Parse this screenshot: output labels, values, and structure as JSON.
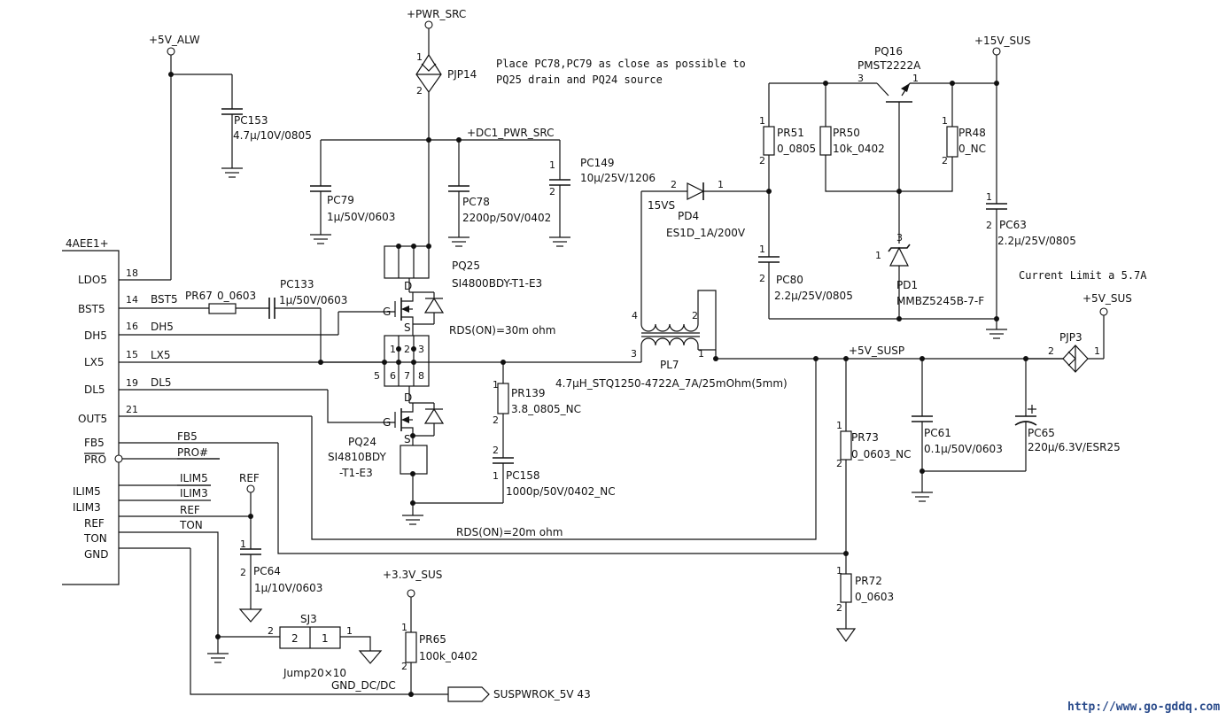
{
  "ic": {
    "name": "4AEE1+",
    "pins": [
      {
        "label": "LDO5",
        "num": "18",
        "net": ""
      },
      {
        "label": "BST5",
        "num": "14",
        "net": "BST5"
      },
      {
        "label": "DH5",
        "num": "16",
        "net": "DH5"
      },
      {
        "label": "LX5",
        "num": "15",
        "net": "LX5"
      },
      {
        "label": "DL5",
        "num": "19",
        "net": "DL5"
      },
      {
        "label": "OUT5",
        "num": "21",
        "net": ""
      },
      {
        "label": "FB5",
        "num": "",
        "net": "FB5"
      },
      {
        "label": "PRO",
        "num": "",
        "net": "PRO#"
      },
      {
        "label": "ILIM5",
        "num": "",
        "net": "ILIM5"
      },
      {
        "label": "ILIM3",
        "num": "",
        "net": "ILIM3"
      },
      {
        "label": "REF",
        "num": "",
        "net": "REF"
      },
      {
        "label": "TON",
        "num": "",
        "net": "TON"
      },
      {
        "label": "GND",
        "num": "",
        "net": ""
      }
    ]
  },
  "rails": {
    "v5_alw": "+5V_ALW",
    "pwr_src": "+PWR_SRC",
    "dc1_pwr_src": "+DC1_PWR_SRC",
    "v15_sus": "+15V_SUS",
    "v5_sus": "+5V_SUS",
    "v5_susp": "+5V_SUSP",
    "v33_sus": "+3.3V_SUS",
    "ref": "REF",
    "v15vs": "15VS"
  },
  "components": {
    "pc153": {
      "ref": "PC153",
      "value": "4.7μ/10V/0805"
    },
    "pjp14": {
      "ref": "PJP14"
    },
    "pc79": {
      "ref": "PC79",
      "value": "1μ/50V/0603"
    },
    "pc78": {
      "ref": "PC78",
      "value": "2200p/50V/0402"
    },
    "pc149": {
      "ref": "PC149",
      "value": "10μ/25V/1206"
    },
    "pq25": {
      "ref": "PQ25",
      "value": "SI4800BDY-T1-E3"
    },
    "pr67": {
      "ref": "PR67",
      "value": "0_0603"
    },
    "pc133": {
      "ref": "PC133",
      "value": "1μ/50V/0603"
    },
    "pq24": {
      "ref": "PQ24",
      "value1": "SI4810BDY",
      "value2": "-T1-E3"
    },
    "pr139": {
      "ref": "PR139",
      "value": "3.8_0805_NC"
    },
    "pc158": {
      "ref": "PC158",
      "value": "1000p/50V/0402_NC"
    },
    "pl7": {
      "ref": "PL7",
      "value": "4.7μH_STQ1250-4722A_7A/25mOhm(5mm)"
    },
    "pd4": {
      "ref": "PD4",
      "value": "ES1D_1A/200V"
    },
    "pq16": {
      "ref": "PQ16",
      "value": "PMST2222A"
    },
    "pr51": {
      "ref": "PR51",
      "value": "0_0805"
    },
    "pr50": {
      "ref": "PR50",
      "value": "10k_0402"
    },
    "pr48": {
      "ref": "PR48",
      "value": "0_NC"
    },
    "pc80": {
      "ref": "PC80",
      "value": "2.2μ/25V/0805"
    },
    "pd1": {
      "ref": "PD1",
      "value": "MMBZ5245B-7-F"
    },
    "pc63": {
      "ref": "PC63",
      "value": "2.2μ/25V/0805"
    },
    "pjp3": {
      "ref": "PJP3"
    },
    "pr73": {
      "ref": "PR73",
      "value": "0_0603_NC"
    },
    "pc61": {
      "ref": "PC61",
      "value": "0.1μ/50V/0603"
    },
    "pc65": {
      "ref": "PC65",
      "value": "220μ/6.3V/ESR25"
    },
    "pr72": {
      "ref": "PR72",
      "value": "0_0603"
    },
    "pc64": {
      "ref": "PC64",
      "value": "1μ/10V/0603"
    },
    "sj3": {
      "ref": "SJ3",
      "value": "Jump20×10",
      "pin_a": "2",
      "pin_b": "1"
    },
    "pr65": {
      "ref": "PR65",
      "value": "100k_0402"
    }
  },
  "notes": {
    "placement_line1": "Place PC78,PC79 as close as possible to",
    "placement_line2": "PQ25 drain and PQ24 source",
    "rds_high": "RDS(ON)=30m ohm",
    "rds_low": "RDS(ON)=20m ohm",
    "current_limit": "Current Limit a 5.7A"
  },
  "labels": {
    "gnd_dcdc": "GND_DC/DC",
    "offpage": "SUSPWROK_5V 43",
    "watermark": "http://www.go-gddq.com",
    "gate": "G",
    "drain": "D",
    "source": "S"
  }
}
